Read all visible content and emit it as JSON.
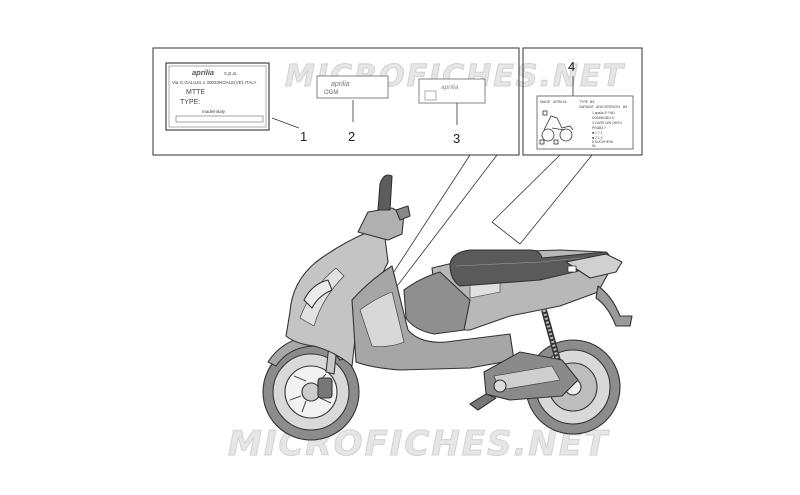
{
  "watermark": "MICROFICHES.NET",
  "callouts": [
    "1",
    "2",
    "3",
    "4"
  ],
  "label1": {
    "brand": "aprilia",
    "company": "s.p.a.",
    "address": "Via G.GALILEI,1 30033NOALE(VE)-ITALY",
    "model": "MTTE",
    "type_label": "TYPE:",
    "made_in": "madeinItaly"
  },
  "label2": {
    "brand": "aprilia",
    "code": "OGM"
  },
  "label3": {
    "brand": "aprilia"
  },
  "label4": {
    "header_left": "MADE",
    "header_brand": "APRILIA",
    "header_type": "TYPE",
    "header_code": "B5",
    "header_variant": "VARIANT",
    "header_and": "AND",
    "header_version": "VERSION",
    "header_num": "B5",
    "lines": [
      "1 spalla 5 ?%D",
      "DOMINGBO 5",
      "3 CARS N/N OMTU",
      "PRAB3 ?",
      "■ 1 7 1",
      "■ 2 1 4",
      "",
      "5 SUCEHEVA",
      "NL"
    ]
  }
}
